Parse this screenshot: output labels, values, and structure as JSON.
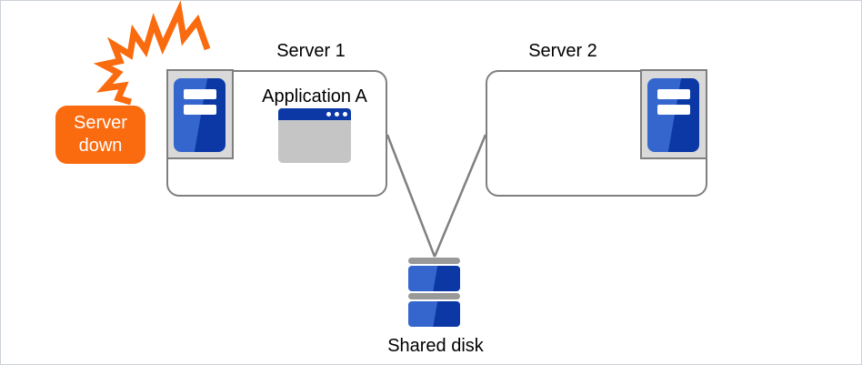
{
  "diagram": {
    "nodes": {
      "server1": {
        "label": "Server 1"
      },
      "server2": {
        "label": "Server 2"
      },
      "application": {
        "label": "Application A"
      },
      "shared_disk": {
        "label": "Shared disk"
      },
      "callout": {
        "line1": "Server",
        "line2": "down"
      }
    },
    "icons": {
      "server1": "server-tower-icon",
      "server2": "server-tower-icon",
      "application": "application-window-icon",
      "shared_disk": "shared-disk-icon",
      "failure": "crash-burst-icon"
    },
    "connections": [
      {
        "from": "server1",
        "to": "shared_disk"
      },
      {
        "from": "server2",
        "to": "shared_disk"
      }
    ],
    "colors": {
      "alert_orange": "#fa6a0e",
      "box_border_gray": "#7f7f7f",
      "connector_gray": "#808080",
      "icon_frame_gray": "#d9d9d9",
      "tower_blue_light": "#3566cd",
      "tower_blue_dark": "#0b38a5",
      "window_title_blue": "#0b38a5",
      "window_body_gray": "#c5c5c5",
      "disk_cap_gray": "#999999",
      "text_black": "#000000",
      "background": "#ffffff"
    }
  }
}
